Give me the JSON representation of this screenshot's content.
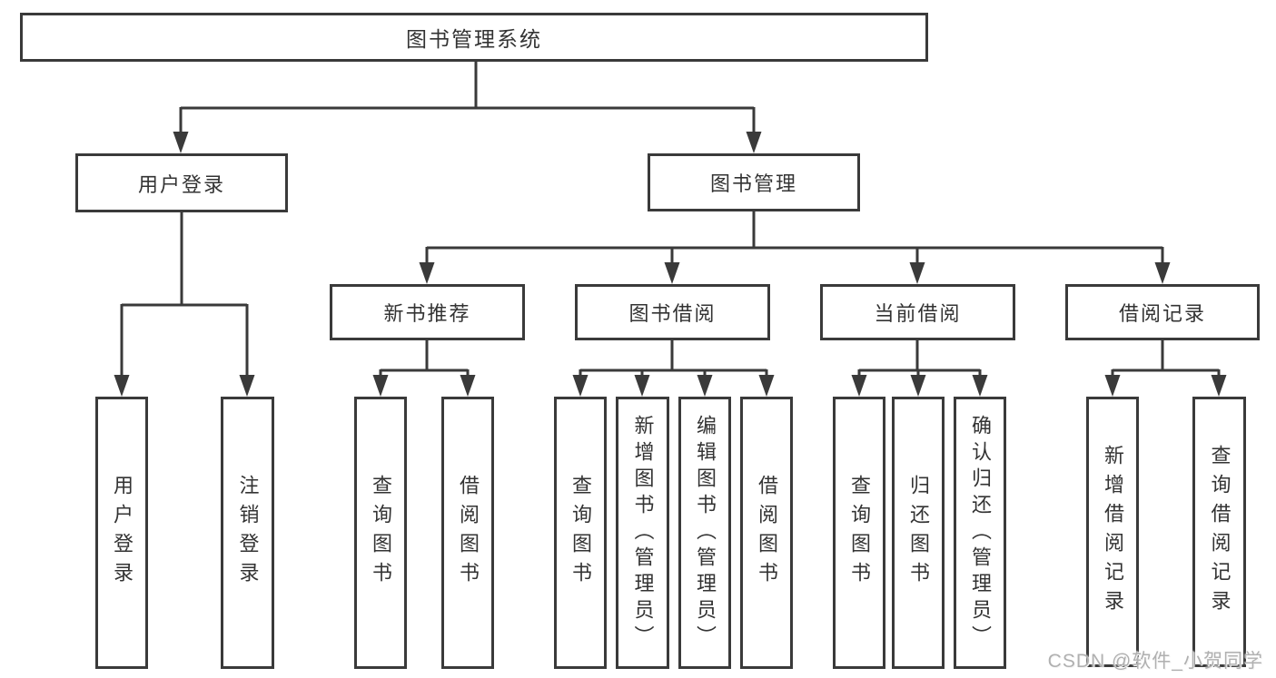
{
  "tree": {
    "root": {
      "label": "图书管理系统"
    },
    "branches": [
      {
        "label": "用户登录",
        "children": [
          {
            "label": "用户登录"
          },
          {
            "label": "注销登录"
          }
        ]
      },
      {
        "label": "图书管理",
        "children": [
          {
            "label": "新书推荐",
            "children": [
              {
                "label": "查询图书"
              },
              {
                "label": "借阅图书"
              }
            ]
          },
          {
            "label": "图书借阅",
            "children": [
              {
                "label": "查询图书"
              },
              {
                "label": "新增图书（管理员）"
              },
              {
                "label": "编辑图书（管理员）"
              },
              {
                "label": "借阅图书"
              }
            ]
          },
          {
            "label": "当前借阅",
            "children": [
              {
                "label": "查询图书"
              },
              {
                "label": "归还图书"
              },
              {
                "label": "确认归还（管理员）"
              }
            ]
          },
          {
            "label": "借阅记录",
            "children": [
              {
                "label": "新增借阅记录"
              },
              {
                "label": "查询借阅记录"
              }
            ]
          }
        ]
      }
    ]
  },
  "watermark": {
    "text": "CSDN @软件_小贺同学"
  },
  "colors": {
    "line": "#3a3a3a",
    "text": "#333333",
    "background": "#ffffff",
    "watermark": "#b0b0b0"
  }
}
